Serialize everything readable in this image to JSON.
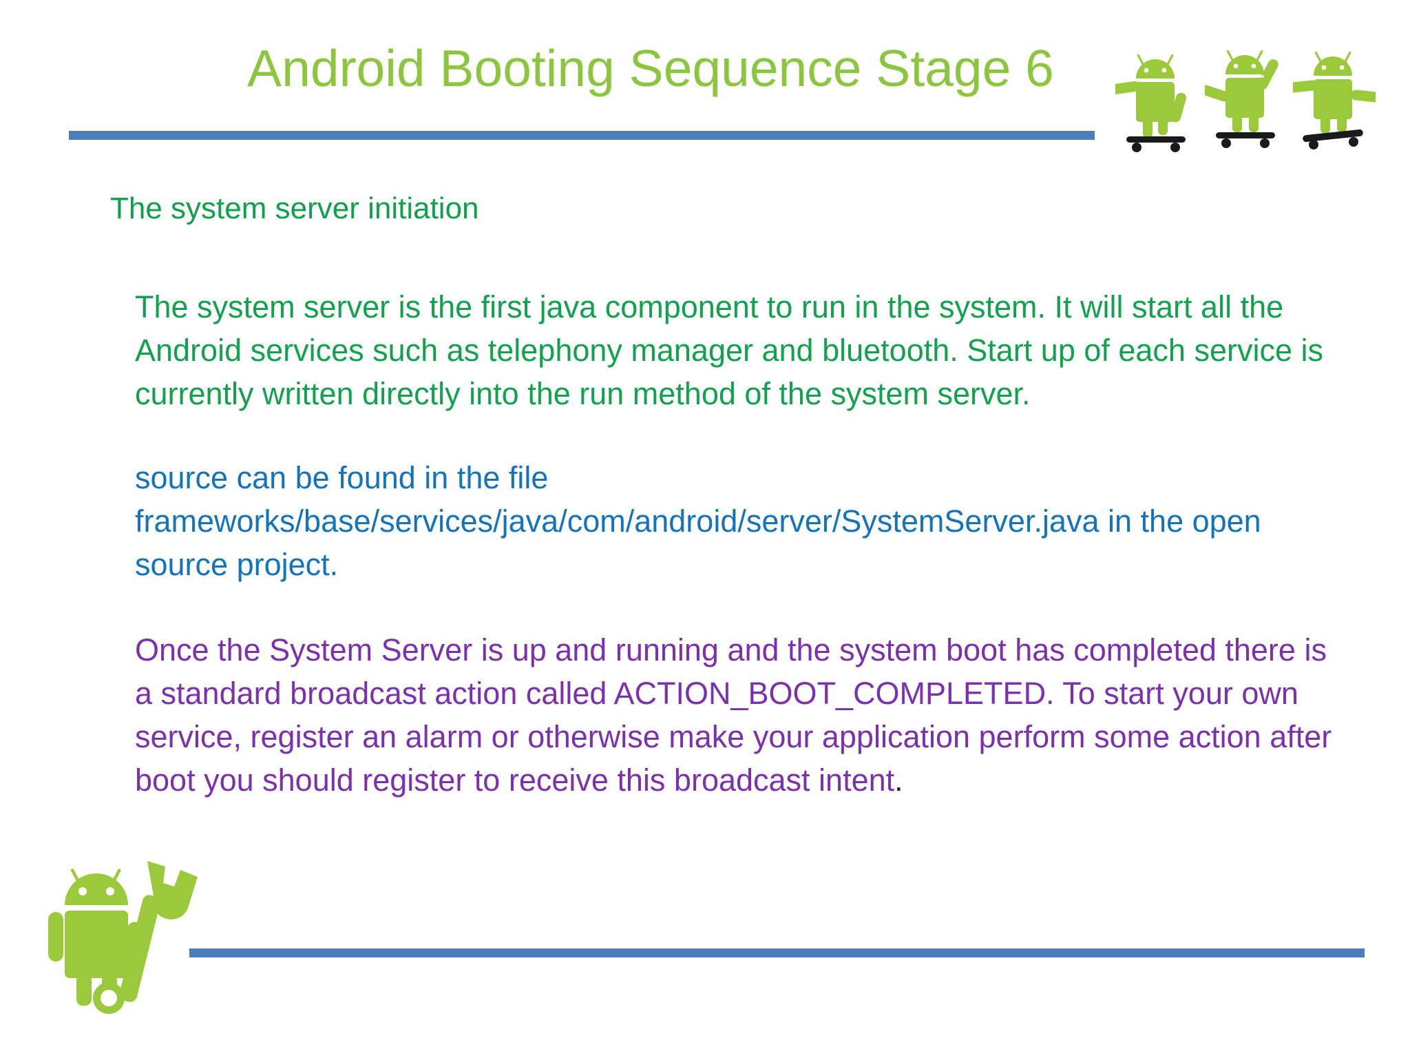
{
  "slide": {
    "title": "Android Booting Sequence Stage 6",
    "subhead": "The system server initiation",
    "paragraphs": [
      {
        "id": "system-server-description",
        "color": "#10A24C",
        "text": "The system server is the first java component to run in the system. It will start all the Android services such as telephony manager and bluetooth. Start up of each service is currently written directly into the run method of the system server."
      },
      {
        "id": "source-location",
        "color": "#1273BE",
        "text": "source can be found in the file frameworks/base/services/java/com/android/server/SystemServer.java in the open source project."
      },
      {
        "id": "boot-completed-broadcast",
        "color": "#7C2FAF",
        "text": "Once the System Server is up and running and the system boot has completed there is a standard broadcast action called ACTION_BOOT_COMPLETED. To start your own service, register an alarm or otherwise make your application perform some action after boot you should register to receive this broadcast intent",
        "trailing_period": "."
      }
    ],
    "colors": {
      "title_green": "#8CC63E",
      "rule_blue": "#4A7EBB",
      "heading_green": "#0DA14B",
      "body_green": "#10A24C",
      "body_blue": "#1273BE",
      "body_purple": "#7C2FAF",
      "robot_green": "#9BC93C",
      "skateboard_black": "#1A1A1A",
      "background": "#FFFFFF"
    },
    "decorations": [
      {
        "name": "android-skater-1",
        "icon": "android-robot-skateboard-icon"
      },
      {
        "name": "android-skater-2",
        "icon": "android-robot-skateboard-icon"
      },
      {
        "name": "android-skater-3",
        "icon": "android-robot-skateboard-icon"
      },
      {
        "name": "android-wrench",
        "icon": "android-robot-wrench-icon"
      }
    ],
    "rules": [
      {
        "name": "title-divider-rule"
      },
      {
        "name": "footer-divider-rule"
      }
    ]
  }
}
